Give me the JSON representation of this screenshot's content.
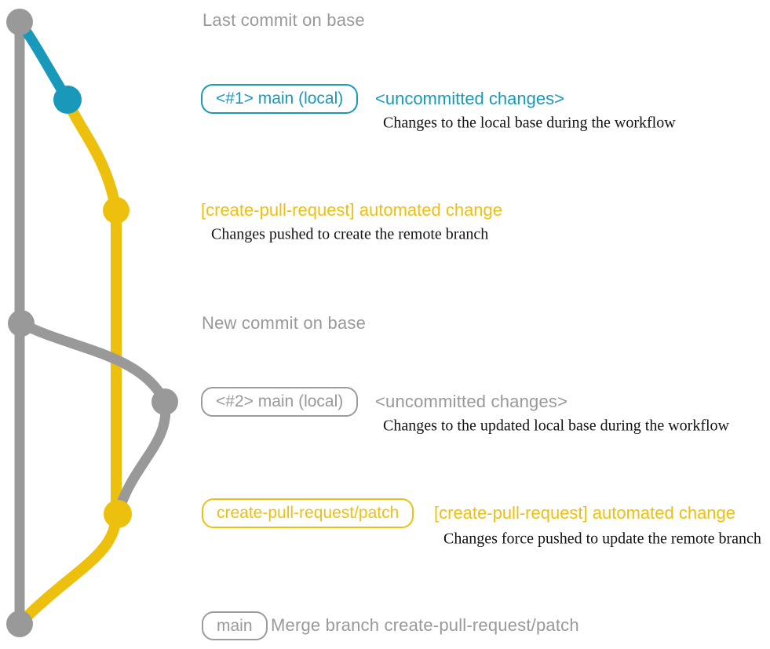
{
  "colors": {
    "base_gray": "#999999",
    "teal": "#1999BA",
    "yellow": "#EEC00E",
    "description_text": "#141414",
    "background": "#ffffff"
  },
  "graph": {
    "type": "git-branch-diagram",
    "branches": [
      {
        "name": "base",
        "color": "#999999"
      },
      {
        "name": "local-main",
        "color": "#1999BA"
      },
      {
        "name": "create-pull-request/patch",
        "color": "#EEC00E"
      }
    ],
    "nodes": [
      {
        "id": "last-commit-on-base",
        "color": "#999999",
        "label": "Last commit on base"
      },
      {
        "id": "local-main-1",
        "color": "#1999BA",
        "label": "<#1> main (local)"
      },
      {
        "id": "automated-change-1",
        "color": "#EEC00E",
        "label": "[create-pull-request] automated change"
      },
      {
        "id": "new-commit-on-base",
        "color": "#999999",
        "label": "New commit on base"
      },
      {
        "id": "local-main-2",
        "color": "#999999",
        "label": "<#2> main (local)"
      },
      {
        "id": "automated-change-2",
        "color": "#EEC00E",
        "label": "create-pull-request/patch"
      },
      {
        "id": "merge-commit",
        "color": "#999999",
        "label": "main"
      }
    ]
  },
  "annotations": {
    "row1": {
      "label": "Last commit on base"
    },
    "row2": {
      "branch_tag": "<#1> main (local)",
      "headline": "<uncommitted changes>",
      "description": "Changes to the local base during the workflow"
    },
    "row3": {
      "headline": "[create-pull-request] automated change",
      "description": "Changes pushed to create the remote branch"
    },
    "row4": {
      "label": "New commit on base"
    },
    "row5": {
      "branch_tag": "<#2> main (local)",
      "headline": "<uncommitted changes>",
      "description": "Changes to the updated local base during the workflow"
    },
    "row6": {
      "branch_tag": "create-pull-request/patch",
      "headline": "[create-pull-request] automated change",
      "description": "Changes force pushed to update the remote branch"
    },
    "row7": {
      "branch_tag": "main",
      "label": "Merge branch create-pull-request/patch"
    }
  }
}
